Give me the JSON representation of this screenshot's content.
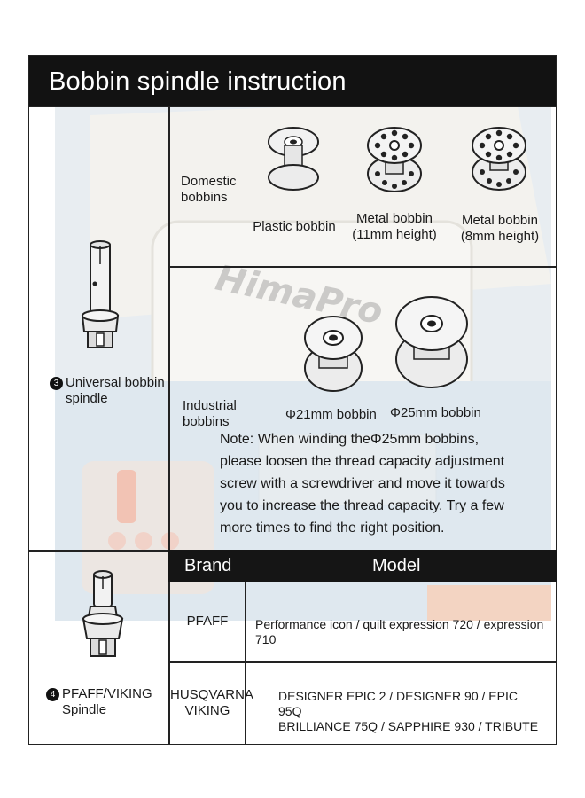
{
  "header": {
    "title": "Bobbin spindle instruction"
  },
  "watermark": "HimaPro",
  "row_universal": {
    "number": "3",
    "spindle_label_1": "Universal bobbin",
    "spindle_label_2": "spindle",
    "domestic": {
      "label_1": "Domestic",
      "label_2": "bobbins",
      "plastic": "Plastic bobbin",
      "metal11_1": "Metal bobbin",
      "metal11_2": "(11mm height)",
      "metal8_1": "Metal bobbin",
      "metal8_2": "(8mm height)"
    },
    "industrial": {
      "label_1": "Industrial",
      "label_2": "bobbins",
      "size21": "Φ21mm bobbin",
      "size25": "Φ25mm bobbin",
      "note": "Note: When winding theΦ25mm bobbins, please loosen the thread capacity adjustment screw with a screwdriver and move it towards you to increase the thread capacity. Try a few more times to find the right position."
    }
  },
  "row_pfaff": {
    "number": "4",
    "spindle_label_1": "PFAFF/VIKING",
    "spindle_label_2": "Spindle",
    "header_brand": "Brand",
    "header_model": "Model",
    "rows": [
      {
        "brand_1": "PFAFF",
        "brand_2": "",
        "model_1": "Performance icon / quilt  expression 720 / expression 710",
        "model_2": ""
      },
      {
        "brand_1": "HUSQVARNA",
        "brand_2": "VIKING",
        "model_1": "DESIGNER EPIC  2 / DESIGNER 90 / EPIC 95Q",
        "model_2": "BRILLIANCE 75Q / SAPPHIRE 930 / TRIBUTE"
      }
    ]
  },
  "colors": {
    "header_bg": "#121212",
    "text": "#1a1a1a",
    "background_box": "#e9edf0"
  }
}
